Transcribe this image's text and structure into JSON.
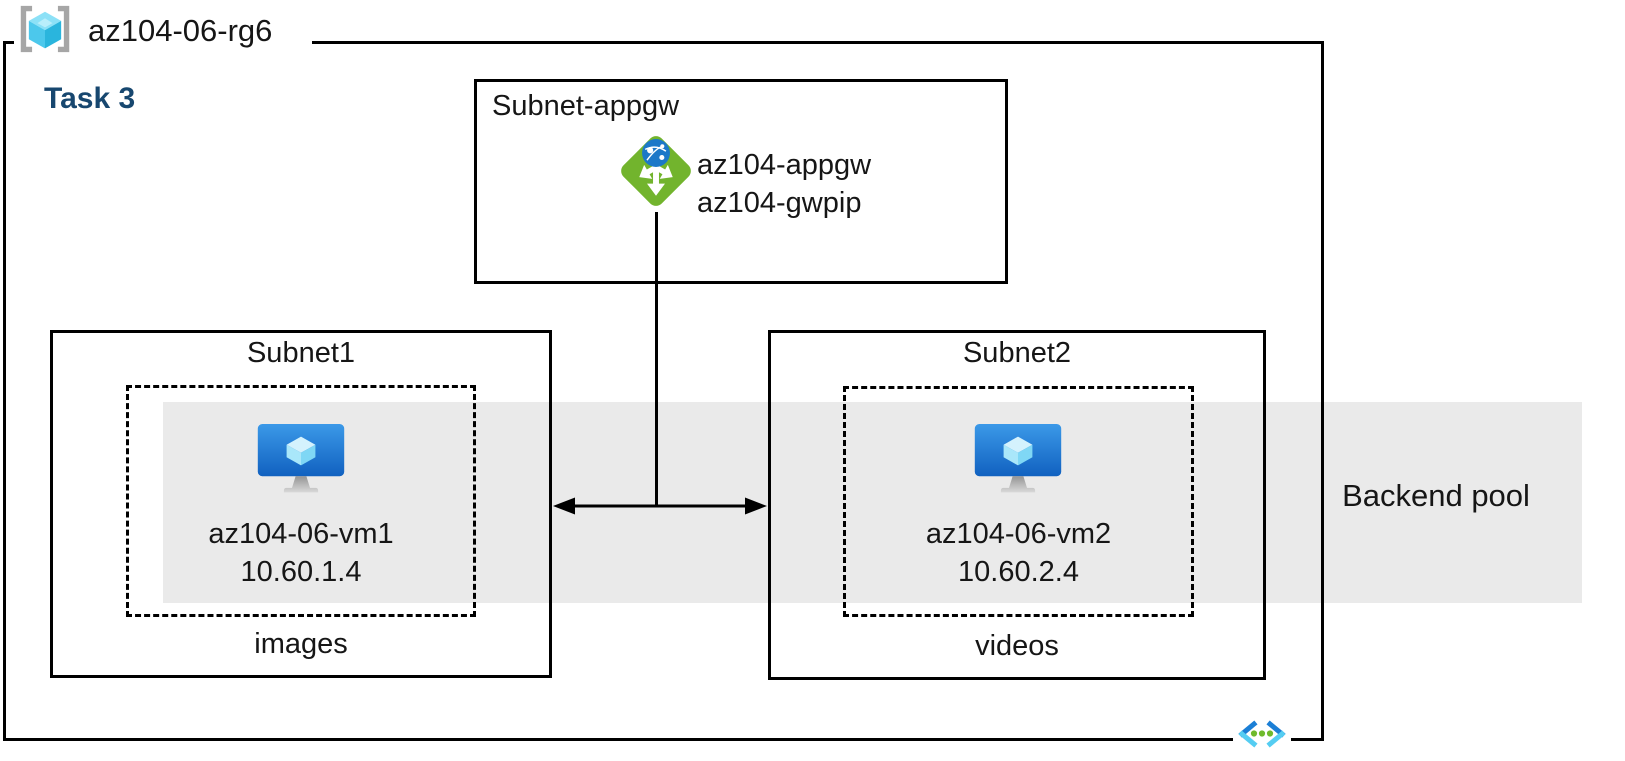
{
  "resource_group": {
    "name": "az104-06-rg6"
  },
  "task_label": "Task 3",
  "appgw": {
    "subnet_label": "Subnet-appgw",
    "gateway_name": "az104-appgw",
    "public_ip_name": "az104-gwpip"
  },
  "subnet1": {
    "label": "Subnet1",
    "vm": {
      "name": "az104-06-vm1",
      "ip": "10.60.1.4"
    },
    "app_label": "images"
  },
  "subnet2": {
    "label": "Subnet2",
    "vm": {
      "name": "az104-06-vm2",
      "ip": "10.60.2.4"
    },
    "app_label": "videos"
  },
  "backend_pool": {
    "label": "Backend pool"
  },
  "icons": {
    "resource_group": "resource-group-icon",
    "application_gateway": "application-gateway-icon",
    "virtual_machine": "virtual-machine-icon",
    "virtual_network": "virtual-network-icon"
  },
  "colors": {
    "outline": "#000000",
    "task_text": "#17476f",
    "backend_band": "#eaeaea",
    "appgw_green": "#72b42d",
    "globe_blue": "#1c78c8",
    "vm_blue_top": "#3b99e8",
    "vm_blue_bottom": "#1161c0",
    "cube_cyan_light": "#d4f2fd",
    "cube_cyan": "#55cdf2",
    "vnet_blue": "#1b7fd6",
    "vnet_cyan": "#55cdf2",
    "vnet_dot_green": "#6fba2c",
    "bracket_gray": "#a6a6a6"
  }
}
